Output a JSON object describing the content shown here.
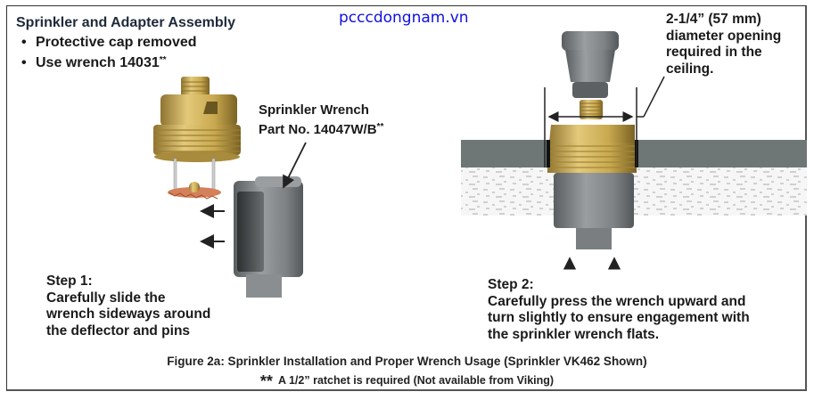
{
  "brand": {
    "watermark": "pcccdongnam.vn",
    "color": "#1010e0"
  },
  "assembly": {
    "title": "Sprinkler and Adapter Assembly",
    "bullets": [
      {
        "text": "Protective cap removed",
        "suffix": ""
      },
      {
        "text": "Use wrench 14031",
        "suffix": "**"
      }
    ]
  },
  "wrench": {
    "line1": "Sprinkler Wrench",
    "line2": "Part No. 14047W/B",
    "suffix": "**"
  },
  "dimension": {
    "lines": [
      "2-1/4” (57 mm)",
      "diameter opening",
      "required in the",
      "ceiling."
    ]
  },
  "step1": {
    "heading": "Step 1:",
    "lines": [
      "Carefully slide the",
      "wrench sideways around",
      "the deflector and pins"
    ]
  },
  "step2": {
    "heading": "Step 2:",
    "lines": [
      "Carefully press the wrench upward and",
      "turn slightly to ensure engagement with",
      "the sprinkler wrench flats."
    ]
  },
  "caption": "Figure 2a:  Sprinkler Installation and Proper Wrench Usage (Sprinkler VK462 Shown)",
  "footnote": {
    "marker": "**",
    "text": "A 1/2” ratchet is required (Not available from Viking)"
  },
  "colors": {
    "brass": "#c9a94f",
    "brass_light": "#e6cf86",
    "brass_dark": "#8a6f2a",
    "wrench_gray": "#7c8082",
    "wrench_dark": "#4e5254",
    "ceiling_gray": "#6f7776",
    "copper": "#d07a4e"
  }
}
